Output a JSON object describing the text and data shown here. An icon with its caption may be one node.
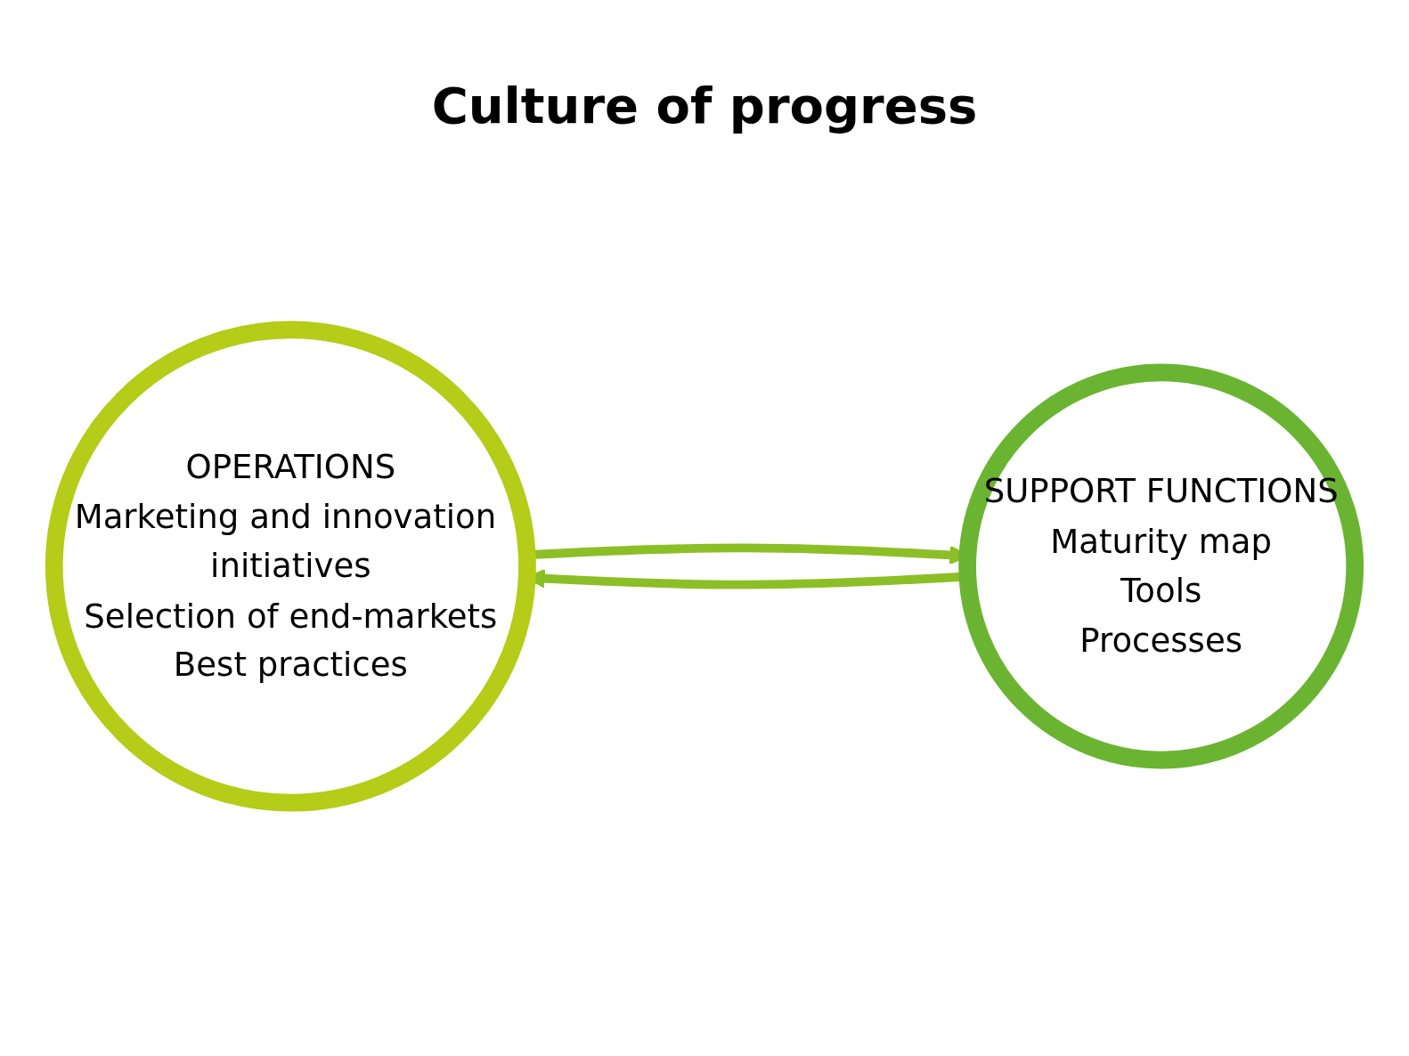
{
  "diagram": {
    "nodes": [
      {
        "text": [
          "OPERATIONS",
          "Marketing and innovation initiatives",
          "Selection of end-markets",
          "Best practices"
        ]
      },
      {
        "text": [
          "SUPPORT FUNCTIONS",
          "Maturity map",
          "Tools",
          "Processes"
        ]
      }
    ],
    "edges": [
      {
        "from": 0,
        "to": 1,
        "arrow": "to"
      },
      {
        "from": 1,
        "to": 0,
        "arrow": "to"
      }
    ],
    "labels": [
      "Culture of progress"
    ]
  }
}
